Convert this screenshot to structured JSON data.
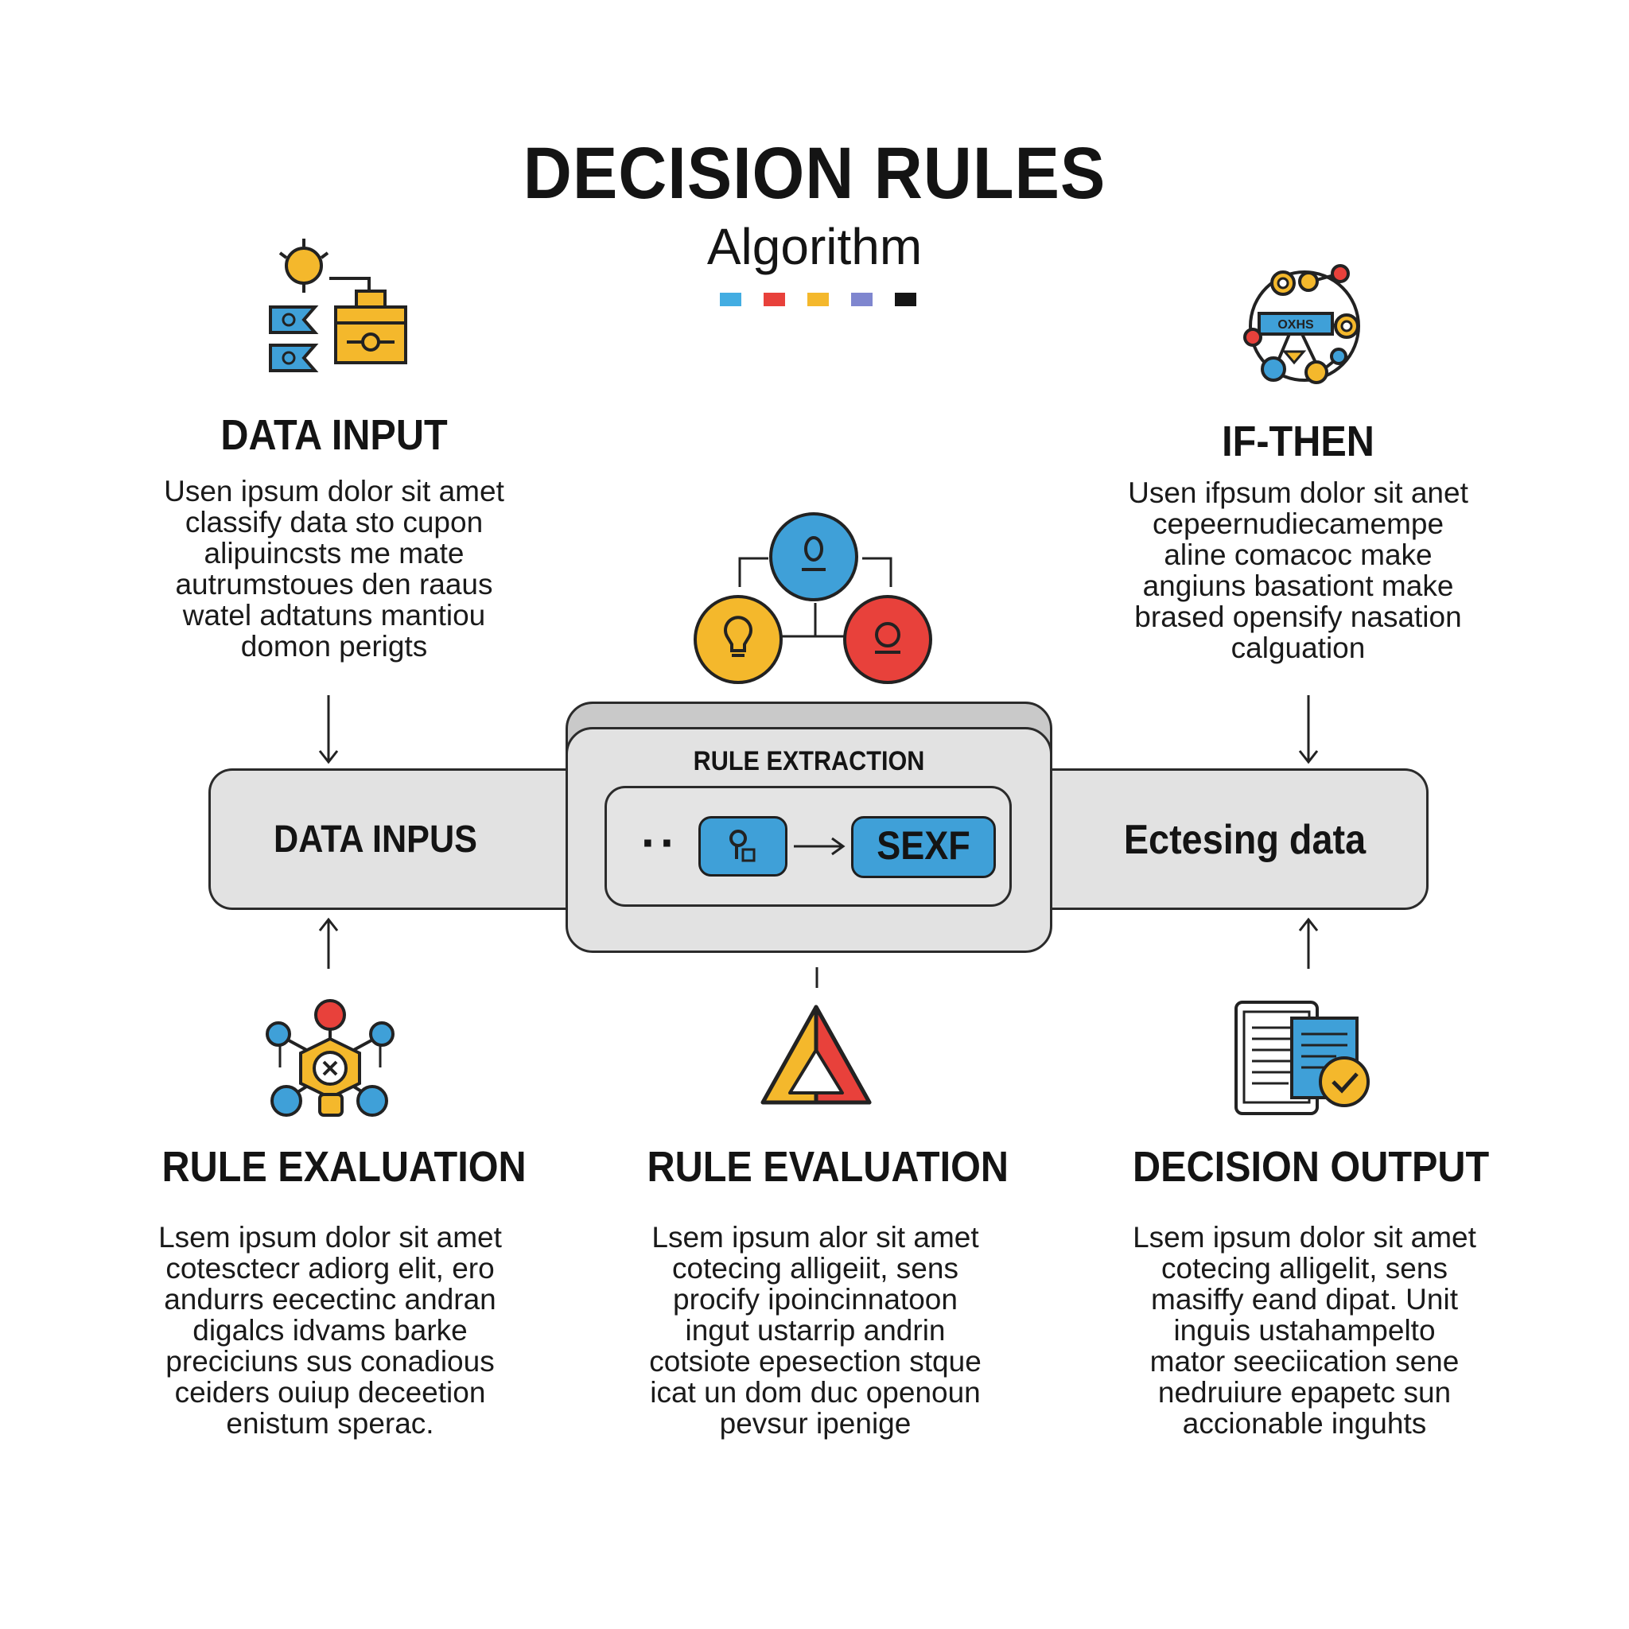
{
  "header": {
    "title": "DECISION RULES",
    "subtitle": "Algorithm",
    "palette": [
      "#43ade2",
      "#e8413b",
      "#f4b82c",
      "#7f86cf",
      "#151515"
    ]
  },
  "sections": {
    "data_input": {
      "heading": "DATA INPUT",
      "body": "Usen ipsum dolor sit amet\nclassify data sto cupon\nalipuincsts me mate\nautrumstoues den raaus\nwatel adtatuns mantiou\ndomon perigts"
    },
    "if_then": {
      "heading": "IF-THEN",
      "body": "Usen ifpsum dolor sit anet\ncepeernudiecamempe\naline comacoc make\nangiuns basationt make\nbrased opensify nasation\ncalguation"
    },
    "rule_evaluation_left": {
      "heading": "RULE EXALUATION",
      "body": "Lsem ipsum dolor sit amet\ncotesctecr adiorg elit, ero\nandurrs eecectinc andran\ndigalcs idvams barke\npreciciuns sus conadious\nceiders ouiup deceetion\nenistum sperac."
    },
    "rule_evaluation_center": {
      "heading": "RULE EVALUATION",
      "body": "Lsem ipsum alor sit amet\ncotecing alligeiit, sens\nprocify ipoincinnatoon\ningut ustarrip andrin\ncotsiote epesection stque\nicat un dom duc openoun\npevsur ipenige"
    },
    "decision_output": {
      "heading": "DECISION OUTPUT",
      "body": "Lsem ipsum dolor sit amet\ncotecing alligelit, sens\nmasiffy eand dipat. Unit\ninguis ustahampelto\nmator seeciication sene\nnedruiure epapetc sun\naccionable inguhts"
    }
  },
  "flow": {
    "left_panel": "DATA INPUS",
    "center_panel_title": "RULE EXTRACTION",
    "center_ellipsis": "··",
    "center_result": "SEXF",
    "right_panel": "Ectesing data"
  },
  "icons": {
    "data_input": "data-input-icon",
    "if_then": "if-then-network-icon",
    "rule_nodes": "rule-nodes-icon",
    "rule_evaluation_left": "rule-network-icon",
    "warning": "warning-triangle-icon",
    "decision_output": "document-check-icon",
    "lock": "lock-icon",
    "lightbulb": "lightbulb-icon"
  }
}
